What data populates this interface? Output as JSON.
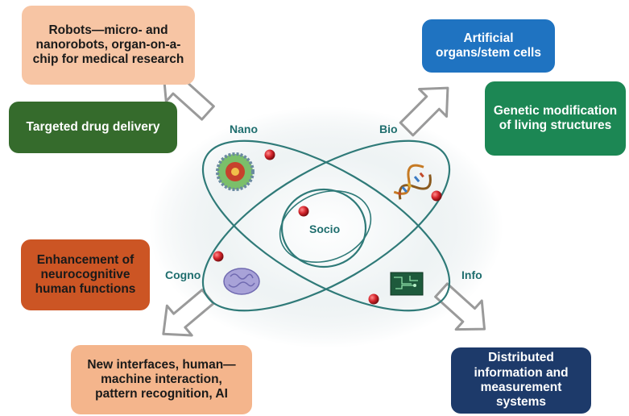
{
  "boxes": {
    "robots": "Robots—micro- and nanorobots, organ-on-a-chip for medical research",
    "drug_delivery": "Targeted drug delivery",
    "artificial_organs": "Artificial organs/stem cells",
    "genetic": "Genetic modification of living structures",
    "enhancement": "Enhancement of neurocognitive human functions",
    "interfaces": "New interfaces, human—machine interaction, pattern recognition, AI",
    "distributed": "Distributed information and measurement systems"
  },
  "labels": {
    "nano": "Nano",
    "bio": "Bio",
    "cogno": "Cogno",
    "info": "Info",
    "socio": "Socio"
  },
  "icons": [
    "nano-virus-icon",
    "dna-helix-icon",
    "brain-icon",
    "circuit-board-icon"
  ],
  "colors": {
    "orbit": "#2f7a78",
    "node": "#d4242b",
    "arrow_fill": "#ffffff",
    "arrow_stroke": "#9a9a9a",
    "label": "#1f6e6e"
  }
}
